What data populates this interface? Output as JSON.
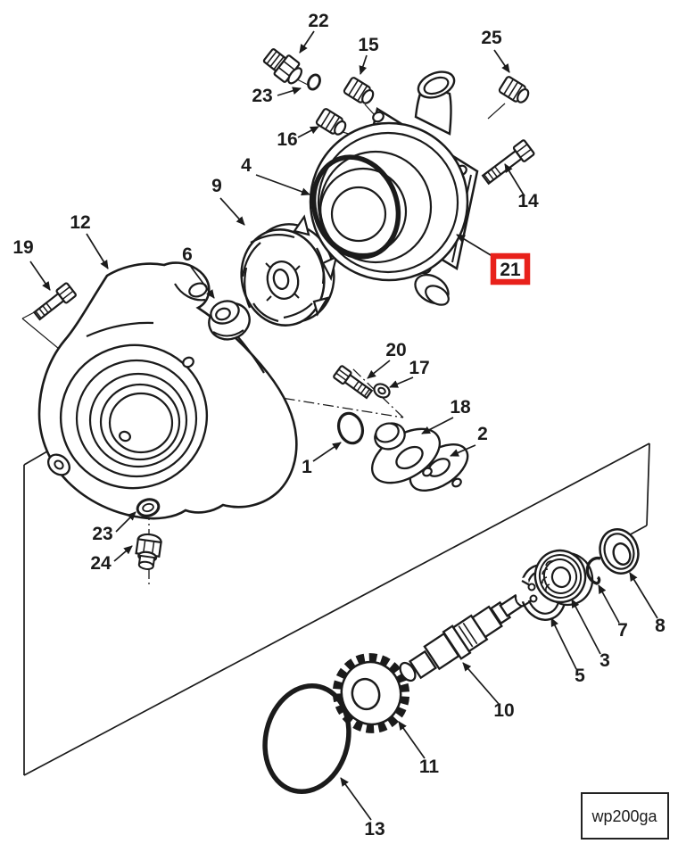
{
  "figure": {
    "code_label": "wp200ga",
    "highlighted_callout": "21",
    "highlight_color": "#e8211b",
    "line_color": "#1b1b1b",
    "background_color": "#ffffff",
    "description_visible_text_only": "exploded parts diagram with numbered callouts"
  },
  "callouts": [
    {
      "label": "22"
    },
    {
      "label": "23"
    },
    {
      "label": "15"
    },
    {
      "label": "25"
    },
    {
      "label": "16"
    },
    {
      "label": "4"
    },
    {
      "label": "9"
    },
    {
      "label": "14"
    },
    {
      "label": "21"
    },
    {
      "label": "12"
    },
    {
      "label": "19"
    },
    {
      "label": "6"
    },
    {
      "label": "20"
    },
    {
      "label": "17"
    },
    {
      "label": "18"
    },
    {
      "label": "2"
    },
    {
      "label": "1"
    },
    {
      "label": "23"
    },
    {
      "label": "24"
    },
    {
      "label": "7"
    },
    {
      "label": "8"
    },
    {
      "label": "3"
    },
    {
      "label": "5"
    },
    {
      "label": "10"
    },
    {
      "label": "11"
    },
    {
      "label": "13"
    }
  ]
}
